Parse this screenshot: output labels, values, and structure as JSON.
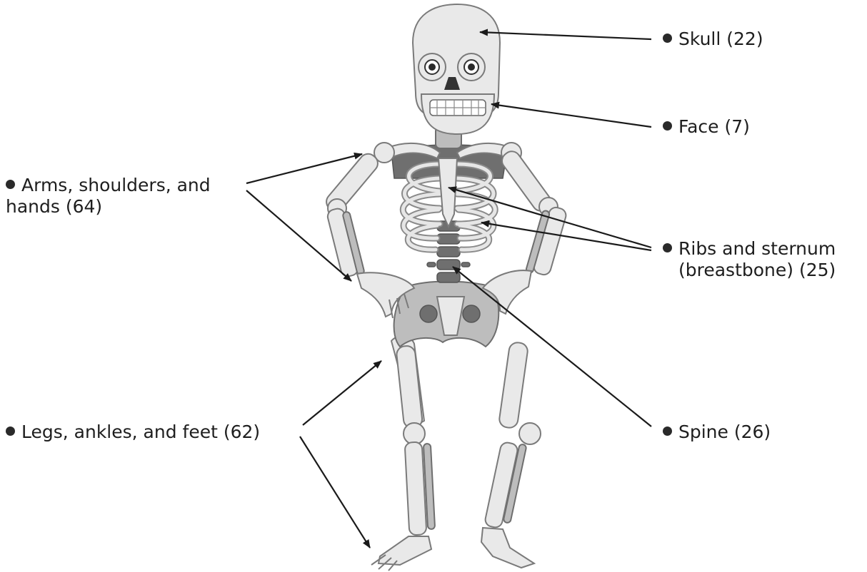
{
  "labels": {
    "skull": "Skull (22)",
    "face": "Face (7)",
    "arms_line1": "Arms, shoulders, and",
    "arms_line2": "hands (64)",
    "ribs_line1": "Ribs and sternum",
    "ribs_line2": "(breastbone) (25)",
    "spine": "Spine (26)",
    "legs": "Legs, ankles, and feet (62)"
  },
  "colors": {
    "bone": "#e9e9e9",
    "outline": "#7a7a7a",
    "arrow": "#1a1a1a"
  }
}
